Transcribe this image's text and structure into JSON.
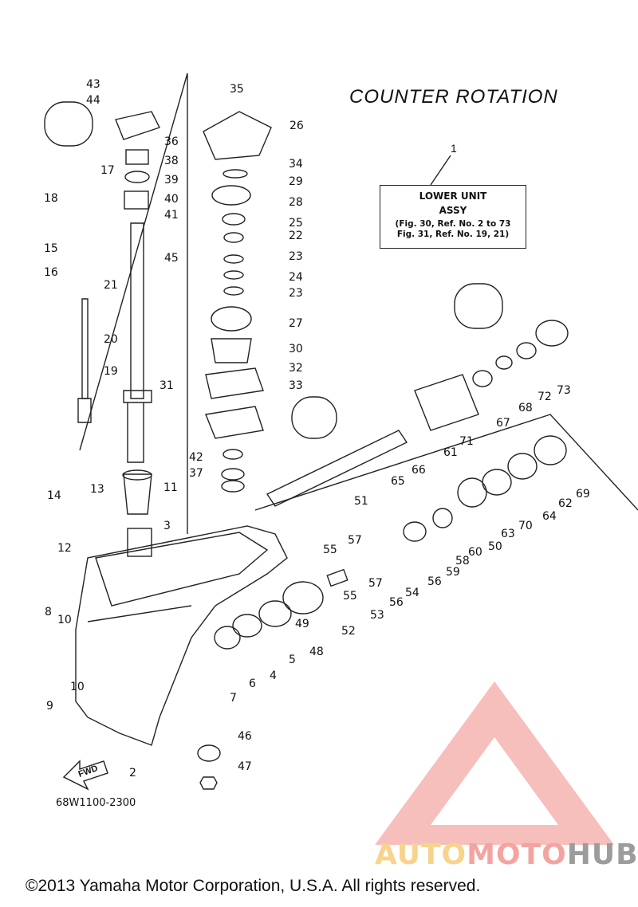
{
  "title": "COUNTER ROTATION",
  "reference_box": {
    "number": "1",
    "line1": "LOWER UNIT",
    "line2": "ASSY",
    "line3": "(Fig. 30, Ref. No. 2 to 73",
    "line4": "Fig. 31, Ref. No. 19, 21)"
  },
  "drawing_code": "68W1100-2300",
  "fwd_label": "FWD",
  "watermark": {
    "part1": "AUTO",
    "part2": "MOTO",
    "part3": "HUB"
  },
  "copyright": "©2013 Yamaha Motor Corporation, U.S.A. All rights reserved.",
  "callouts": [
    {
      "n": "43"
    },
    {
      "n": "44"
    },
    {
      "n": "36"
    },
    {
      "n": "38"
    },
    {
      "n": "39"
    },
    {
      "n": "40"
    },
    {
      "n": "41"
    },
    {
      "n": "45"
    },
    {
      "n": "17"
    },
    {
      "n": "18"
    },
    {
      "n": "15"
    },
    {
      "n": "16"
    },
    {
      "n": "21"
    },
    {
      "n": "20"
    },
    {
      "n": "19"
    },
    {
      "n": "31"
    },
    {
      "n": "35"
    },
    {
      "n": "26"
    },
    {
      "n": "34"
    },
    {
      "n": "29"
    },
    {
      "n": "28"
    },
    {
      "n": "25"
    },
    {
      "n": "22"
    },
    {
      "n": "23"
    },
    {
      "n": "24"
    },
    {
      "n": "23"
    },
    {
      "n": "27"
    },
    {
      "n": "30"
    },
    {
      "n": "32"
    },
    {
      "n": "33"
    },
    {
      "n": "42"
    },
    {
      "n": "37"
    },
    {
      "n": "11"
    },
    {
      "n": "3"
    },
    {
      "n": "14"
    },
    {
      "n": "13"
    },
    {
      "n": "12"
    },
    {
      "n": "8"
    },
    {
      "n": "10"
    },
    {
      "n": "10"
    },
    {
      "n": "9"
    },
    {
      "n": "2"
    },
    {
      "n": "46"
    },
    {
      "n": "47"
    },
    {
      "n": "7"
    },
    {
      "n": "6"
    },
    {
      "n": "4"
    },
    {
      "n": "5"
    },
    {
      "n": "49"
    },
    {
      "n": "48"
    },
    {
      "n": "52"
    },
    {
      "n": "55"
    },
    {
      "n": "57"
    },
    {
      "n": "55"
    },
    {
      "n": "53"
    },
    {
      "n": "57"
    },
    {
      "n": "56"
    },
    {
      "n": "54"
    },
    {
      "n": "56"
    },
    {
      "n": "59"
    },
    {
      "n": "58"
    },
    {
      "n": "60"
    },
    {
      "n": "50"
    },
    {
      "n": "63"
    },
    {
      "n": "70"
    },
    {
      "n": "64"
    },
    {
      "n": "62"
    },
    {
      "n": "69"
    },
    {
      "n": "51"
    },
    {
      "n": "65"
    },
    {
      "n": "66"
    },
    {
      "n": "61"
    },
    {
      "n": "71"
    },
    {
      "n": "67"
    },
    {
      "n": "68"
    },
    {
      "n": "72"
    },
    {
      "n": "73"
    }
  ]
}
